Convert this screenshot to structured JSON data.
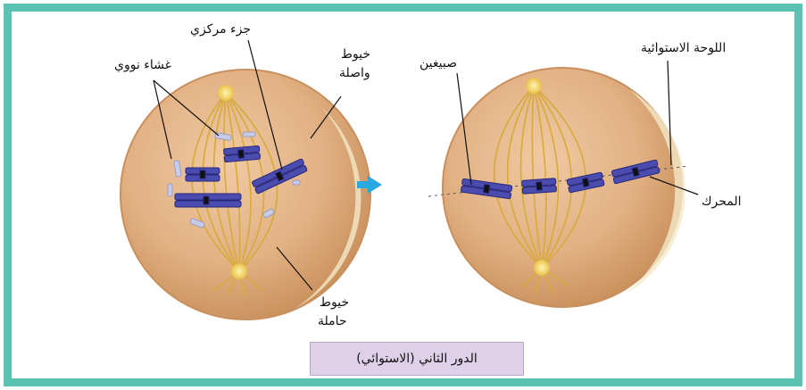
{
  "colors": {
    "frame_border": "#5cc2b4",
    "cell_fill": "#e2b184",
    "cell_edge": "#c98f5e",
    "spindle_fibers": "#d6ab39",
    "chromosome": "#4b4cb0",
    "arrow": "#2aa8e0",
    "caption_bg": "#ddd0e8"
  },
  "left_cell": {
    "label_nuclear_envelope": "غشاء نووي",
    "label_centromere": "جزء مركزي",
    "label_kinetochore_fibers_line1": "خيوط",
    "label_kinetochore_fibers_line2": "واصلة",
    "label_polar_fibers_line1": "خيوط",
    "label_polar_fibers_line2": "حاملة"
  },
  "right_cell": {
    "label_chromatids": "صبيغين",
    "label_metaphase_plate": "اللوحة الاستوائية",
    "label_kinetochore": "المحرك"
  },
  "caption": "الدور الثاني (الاستوائي)"
}
